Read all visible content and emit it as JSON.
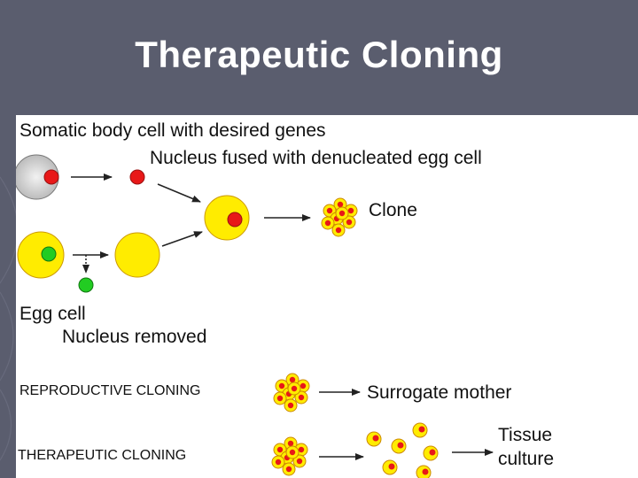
{
  "slide": {
    "title": "Therapeutic Cloning"
  },
  "diagram": {
    "labels": {
      "somatic": "Somatic body cell with desired genes",
      "fused": "Nucleus fused with denucleated egg cell",
      "clone": "Clone",
      "egg_cell": "Egg cell",
      "nucleus_removed": "Nucleus removed",
      "reproductive": "REPRODUCTIVE CLONING",
      "surrogate": "Surrogate mother",
      "therapeutic": "THERAPEUTIC CLONING",
      "tissue_line1": "Tissue",
      "tissue_line2": "culture"
    },
    "colors": {
      "nucleus": "#e81818",
      "egg_yolk": "#ffec00",
      "egg_nucleus": "#22cc22",
      "somatic_cell": "#cfcfcf",
      "arrow": "#222222",
      "background": "#5a5d6e",
      "panel": "#ffffff"
    }
  }
}
